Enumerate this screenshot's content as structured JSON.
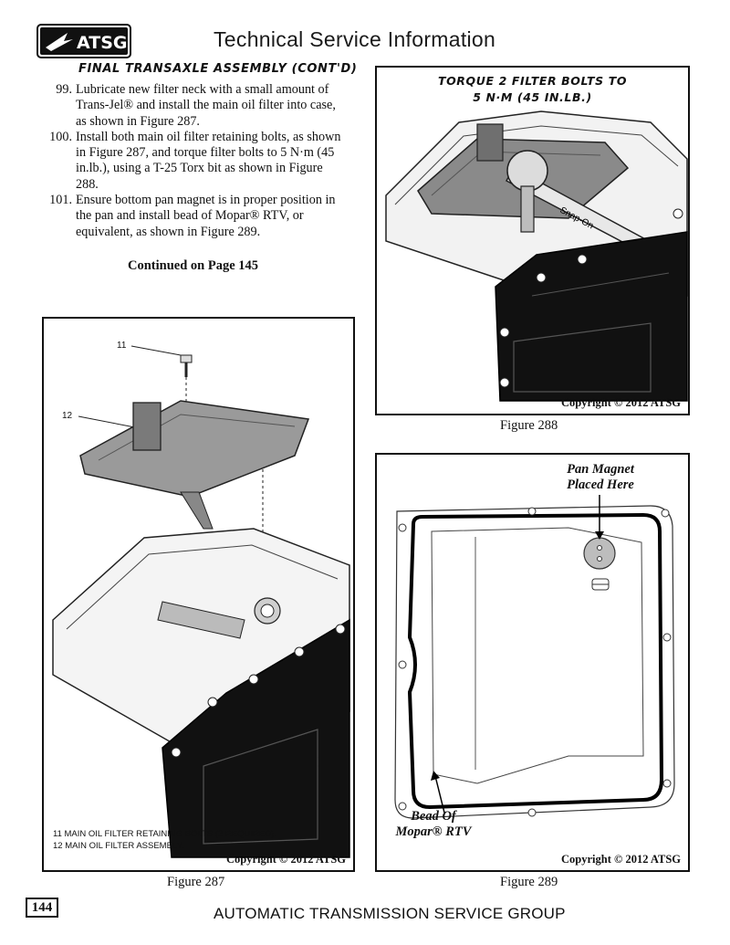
{
  "header": {
    "logo_text": "ATSG",
    "title": "Technical Service Information"
  },
  "section_title": "FINAL TRANSAXLE ASSEMBLY (CONT'D)",
  "steps": [
    {
      "num": "99.",
      "text": "Lubricate new filter neck with a small amount of Trans-Jel® and install the main oil filter into case, as shown in Figure 287."
    },
    {
      "num": "100.",
      "text": "Install both main oil filter retaining bolts, as shown in Figure 287, and torque filter bolts to 5 N·m (45 in.lb.), using a T-25 Torx bit as shown in Figure 288."
    },
    {
      "num": "101.",
      "text": "Ensure bottom pan magnet is in proper position in the pan and install bead of Mopar® RTV, or equivalent, as shown in Figure 289."
    }
  ],
  "continued": "Continued on Page 145",
  "figure288": {
    "title_line1": "TORQUE 2 FILTER BOLTS TO",
    "title_line2": "5 N·M (45 IN.LB.)",
    "tool_label": "Snap-On",
    "copyright": "Copyright © 2012 ATSG",
    "caption": "Figure 288"
  },
  "figure287": {
    "ref11": "11",
    "ref12": "12",
    "legend": [
      "11  MAIN OIL FILTER RETAINING BOLTS  (2 REQUIRED).",
      "12  MAIN OIL FILTER ASSEMBLY."
    ],
    "copyright": "Copyright © 2012 ATSG",
    "caption": "Figure 287"
  },
  "figure289": {
    "callout_magnet_line1": "Pan Magnet",
    "callout_magnet_line2": "Placed Here",
    "callout_bead_line1": "Bead Of",
    "callout_bead_line2": "Mopar® RTV",
    "copyright": "Copyright © 2012 ATSG",
    "caption": "Figure 289"
  },
  "footer": {
    "page_number": "144",
    "text": "AUTOMATIC TRANSMISSION SERVICE GROUP"
  }
}
